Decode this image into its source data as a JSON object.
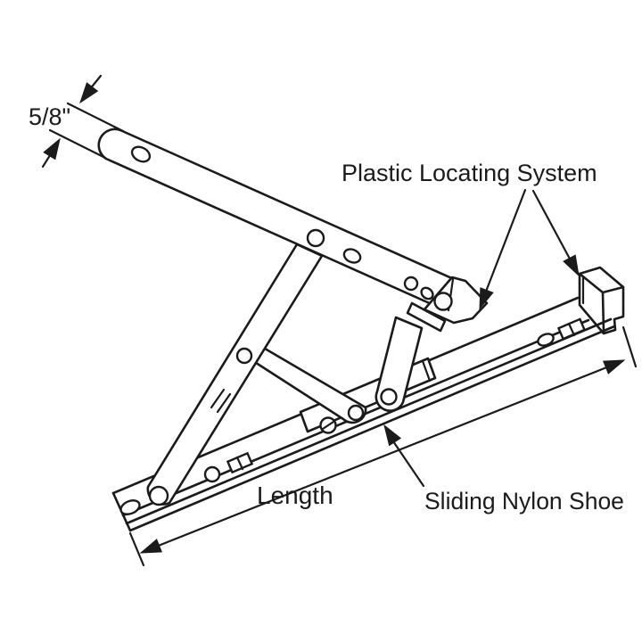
{
  "diagram": {
    "labels": {
      "width_dimension": "5/8\"",
      "plastic_locating_system": "Plastic Locating System",
      "length_dimension": "Length",
      "sliding_nylon_shoe": "Sliding Nylon Shoe"
    },
    "colors": {
      "line": "#1b1b1b",
      "background": "#ffffff",
      "part_fill": "#ffffff"
    }
  }
}
